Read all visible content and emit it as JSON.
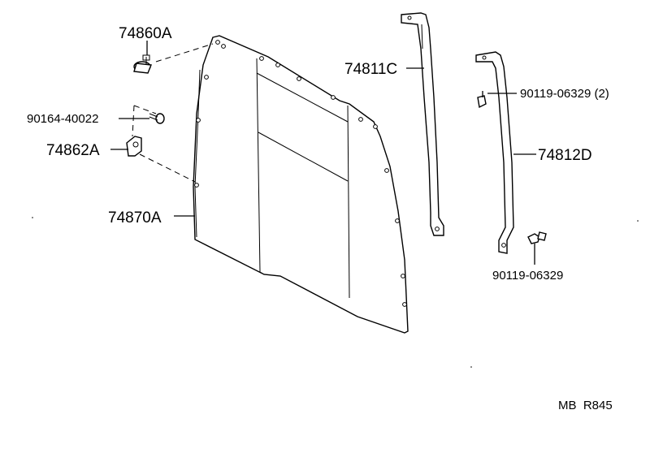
{
  "parts": {
    "p74860A": "74860A",
    "p90164": "90164-40022",
    "p74862A": "74862A",
    "p74870A": "74870A",
    "p74811C": "74811C",
    "p90119a": "90119-06329 (2)",
    "p74812D": "74812D",
    "p90119b": "90119-06329"
  },
  "footer": {
    "code": "MB  R845"
  }
}
